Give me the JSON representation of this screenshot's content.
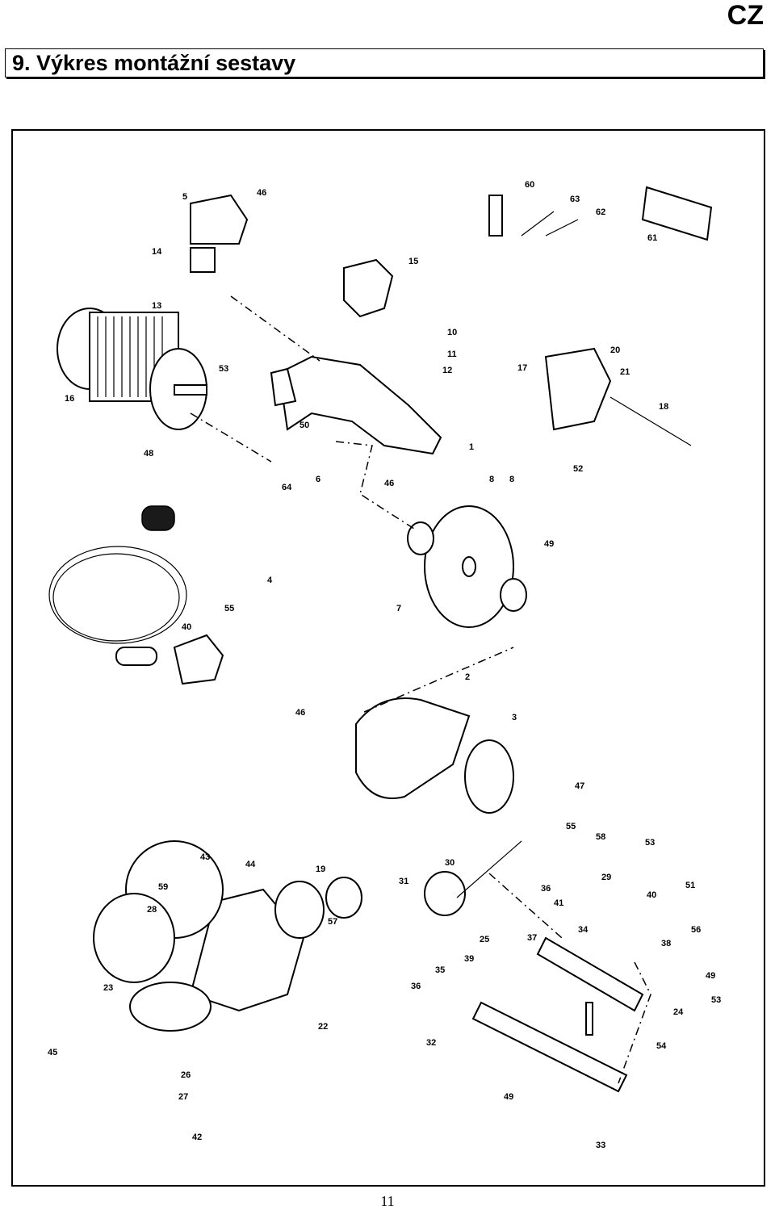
{
  "header": {
    "language_code": "CZ",
    "title": "9. Výkres montážní sestavy"
  },
  "drawing": {
    "part_labels": [
      "1",
      "2",
      "3",
      "4",
      "5",
      "6",
      "7",
      "8",
      "8",
      "10",
      "11",
      "12",
      "13",
      "14",
      "15",
      "16",
      "17",
      "18",
      "19",
      "20",
      "21",
      "22",
      "23",
      "24",
      "25",
      "26",
      "27",
      "28",
      "29",
      "30",
      "31",
      "32",
      "33",
      "34",
      "35",
      "36",
      "36",
      "37",
      "38",
      "39",
      "40",
      "40",
      "41",
      "42",
      "43",
      "44",
      "45",
      "46",
      "46",
      "46",
      "47",
      "48",
      "49",
      "49",
      "49",
      "50",
      "51",
      "52",
      "53",
      "53",
      "53",
      "54",
      "55",
      "55",
      "56",
      "57",
      "58",
      "59",
      "60",
      "61",
      "62",
      "63",
      "64"
    ]
  },
  "footer": {
    "page_number": "11"
  }
}
